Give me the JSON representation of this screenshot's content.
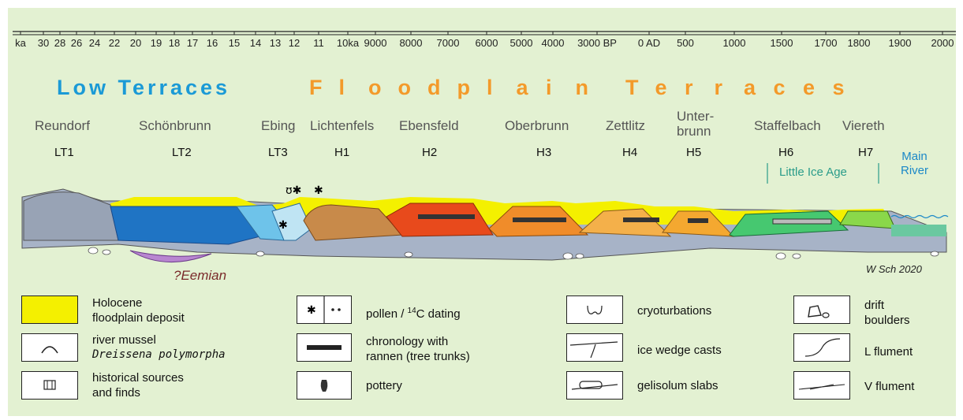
{
  "timeline_ticks": [
    "ka",
    "30",
    "28",
    "26",
    "24",
    "22",
    "20",
    "19",
    "18",
    "17",
    "16",
    "15",
    "14",
    "13",
    "12",
    "11",
    "10ka",
    "9000",
    "8000",
    "7000",
    "6000",
    "5000",
    "4000",
    "3000 BP",
    "0 AD",
    "500",
    "1000",
    "1500",
    "1700",
    "1800",
    "1900",
    "2000"
  ],
  "titles": {
    "low": "Low Terraces",
    "floodplain": "Floodplain Terraces"
  },
  "sites": [
    {
      "name": "Reundorf",
      "code": "LT1"
    },
    {
      "name": "Schönbrunn",
      "code": "LT2"
    },
    {
      "name": "Ebing",
      "code": "LT3"
    },
    {
      "name": "Lichtenfels",
      "code": "H1"
    },
    {
      "name": "Ebensfeld",
      "code": "H2"
    },
    {
      "name": "Oberbrunn",
      "code": "H3"
    },
    {
      "name": "Zettlitz",
      "code": "H4"
    },
    {
      "name": "Unter-",
      "name2": "brunn",
      "code": "H5"
    },
    {
      "name": "Staffelbach",
      "code": "H6"
    },
    {
      "name": "Viereth",
      "code": "H7"
    }
  ],
  "little_ice_age": "Little Ice Age",
  "main_river": {
    "line1": "Main",
    "line2": "River"
  },
  "eemian": "?Eemian",
  "author": "W Sch 2020",
  "legend": [
    {
      "line1": "Holocene",
      "line2": "floodplain deposit",
      "symbol": "yellow-fill"
    },
    {
      "line1": "river mussel",
      "line2": "Dreissena polymorpha",
      "symbol": "mussel-icon"
    },
    {
      "line1": "historical sources",
      "line2": "and finds",
      "symbol": "finds-icon"
    },
    {
      "line1": "pollen / ",
      "sup": "14",
      "line1b": "C dating",
      "symbol": "pollen-dating-icon"
    },
    {
      "line1": "chronology with",
      "line2": "rannen (tree trunks)",
      "symbol": "tree-trunk-icon"
    },
    {
      "line1": "pottery",
      "symbol": "pottery-icon"
    },
    {
      "line1": "cryoturbations",
      "symbol": "cryoturbation-icon"
    },
    {
      "line1": "ice wedge casts",
      "symbol": "ice-wedge-icon"
    },
    {
      "line1": "gelisolum slabs",
      "symbol": "gelisolum-icon"
    },
    {
      "line1": "drift",
      "line2": "boulders",
      "symbol": "boulder-icon"
    },
    {
      "line1": "L flument",
      "symbol": "l-flument-icon"
    },
    {
      "line1": "V flument",
      "symbol": "v-flument-icon"
    }
  ],
  "colors": {
    "background": "#e3f1d2",
    "low_title": "#1b9ad6",
    "flood_title": "#f39a2a",
    "holocene": "#f4f000",
    "lt2": "#1f74c4",
    "h2": "#e84a1c",
    "river": "#1b88c8",
    "eemian": "#7a2a2a"
  }
}
